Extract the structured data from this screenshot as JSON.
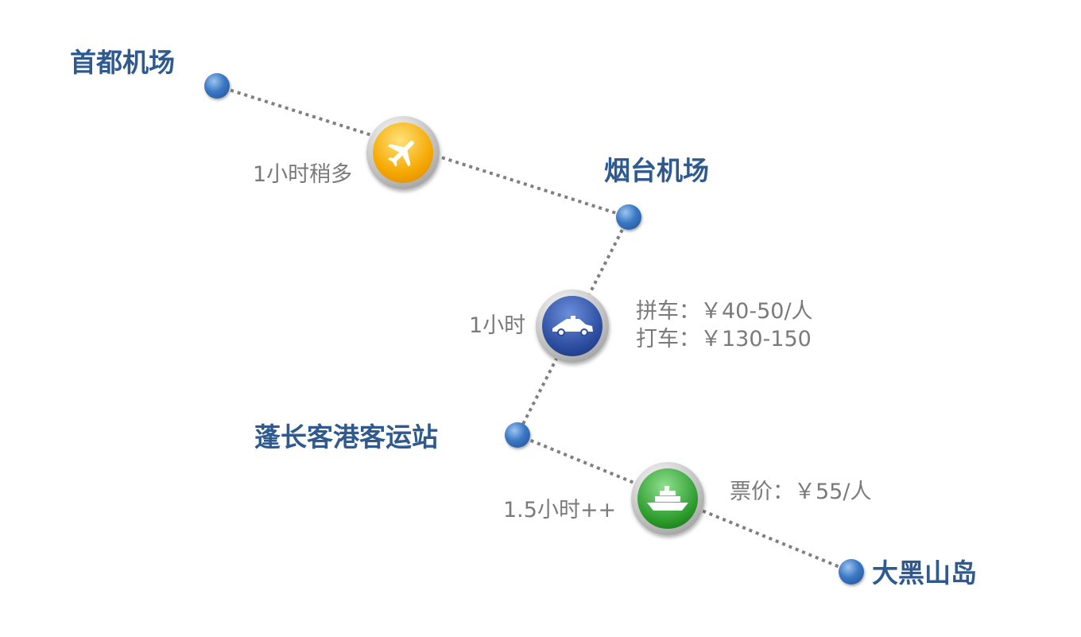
{
  "stops": [
    {
      "name": "首都机场"
    },
    {
      "name": "烟台机场"
    },
    {
      "name": "蓬长客港客运站"
    },
    {
      "name": "大黑山岛"
    }
  ],
  "legs": [
    {
      "icon": "airplane-icon",
      "color": "#f5a800",
      "duration": "1小时稍多"
    },
    {
      "icon": "taxi-icon",
      "color": "#2a4a9c",
      "duration": "1小时",
      "prices": [
        "拼车：￥40-50/人",
        "打车：￥130-150"
      ]
    },
    {
      "icon": "ferry-icon",
      "color": "#2a9a2a",
      "duration": "1.5小时++",
      "prices": [
        "票价：￥55/人"
      ]
    }
  ]
}
